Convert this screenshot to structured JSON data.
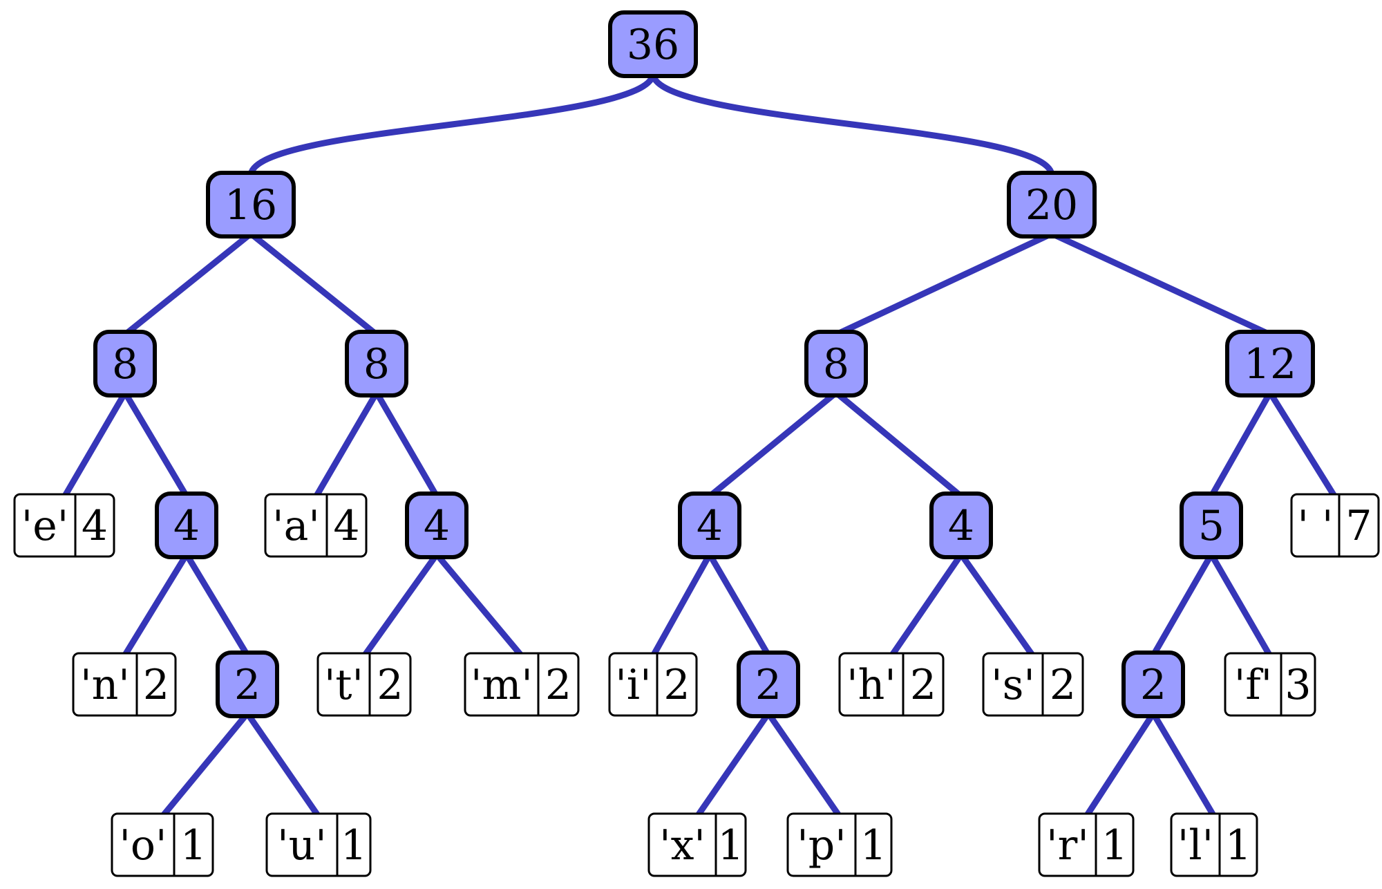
{
  "colors": {
    "edge": "#3636b8",
    "internal_fill": "#9a9cff",
    "leaf_fill": "#ffffff",
    "border": "#000000"
  },
  "tree": {
    "weight": "36",
    "children": [
      {
        "weight": "16",
        "children": [
          {
            "weight": "8",
            "children": [
              {
                "symbol": "'e'",
                "weight": "4"
              },
              {
                "weight": "4",
                "children": [
                  {
                    "symbol": "'n'",
                    "weight": "2"
                  },
                  {
                    "weight": "2",
                    "children": [
                      {
                        "symbol": "'o'",
                        "weight": "1"
                      },
                      {
                        "symbol": "'u'",
                        "weight": "1"
                      }
                    ]
                  }
                ]
              }
            ]
          },
          {
            "weight": "8",
            "children": [
              {
                "symbol": "'a'",
                "weight": "4"
              },
              {
                "weight": "4",
                "children": [
                  {
                    "symbol": "'t'",
                    "weight": "2"
                  },
                  {
                    "symbol": "'m'",
                    "weight": "2"
                  }
                ]
              }
            ]
          }
        ]
      },
      {
        "weight": "20",
        "children": [
          {
            "weight": "8",
            "children": [
              {
                "weight": "4",
                "children": [
                  {
                    "symbol": "'i'",
                    "weight": "2"
                  },
                  {
                    "weight": "2",
                    "children": [
                      {
                        "symbol": "'x'",
                        "weight": "1"
                      },
                      {
                        "symbol": "'p'",
                        "weight": "1"
                      }
                    ]
                  }
                ]
              },
              {
                "weight": "4",
                "children": [
                  {
                    "symbol": "'h'",
                    "weight": "2"
                  },
                  {
                    "symbol": "'s'",
                    "weight": "2"
                  }
                ]
              }
            ]
          },
          {
            "weight": "12",
            "children": [
              {
                "weight": "5",
                "children": [
                  {
                    "weight": "2",
                    "children": [
                      {
                        "symbol": "'r'",
                        "weight": "1"
                      },
                      {
                        "symbol": "'l'",
                        "weight": "1"
                      }
                    ]
                  },
                  {
                    "symbol": "'f'",
                    "weight": "3"
                  }
                ]
              },
              {
                "symbol": "' '",
                "weight": "7"
              }
            ]
          }
        ]
      }
    ]
  }
}
